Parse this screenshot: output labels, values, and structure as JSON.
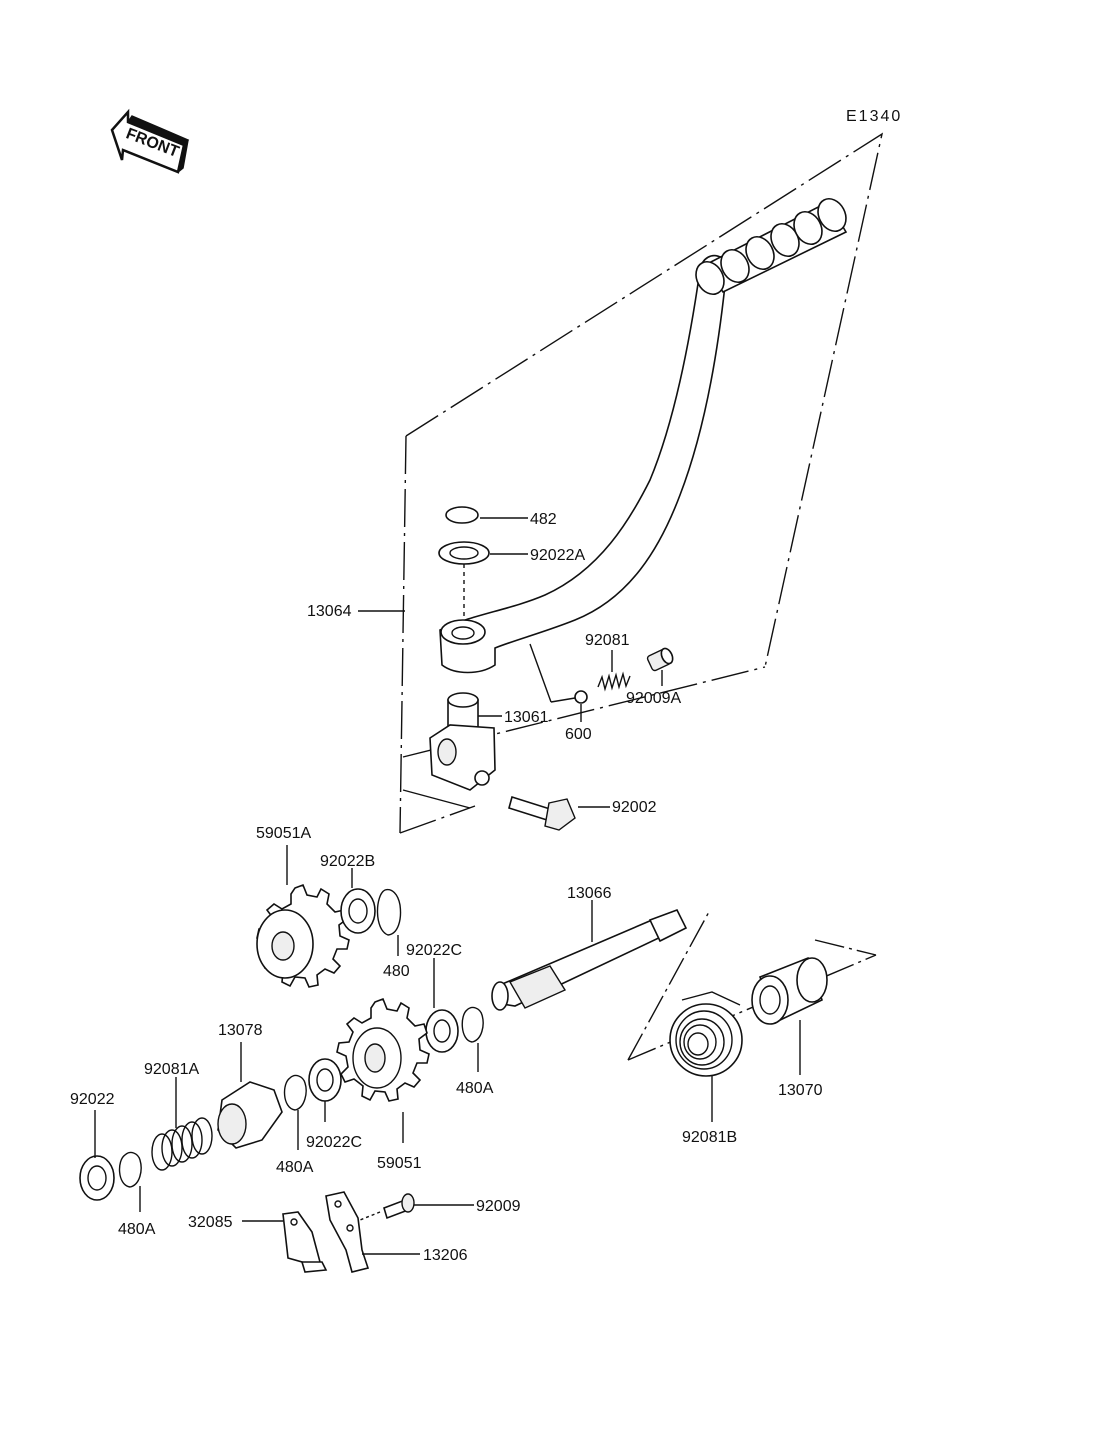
{
  "diagram_code": "E1340",
  "front_arrow_text": "FRONT",
  "parts": {
    "p482": "482",
    "p92022A": "92022A",
    "p13064": "13064",
    "p92081": "92081",
    "p92009A": "92009A",
    "p13061": "13061",
    "p600": "600",
    "p92002": "92002",
    "p59051A": "59051A",
    "p92022B": "92022B",
    "p480": "480",
    "p13066": "13066",
    "p92022C_top": "92022C",
    "p480A_mid": "480A",
    "p13070": "13070",
    "p92081B": "92081B",
    "p13078": "13078",
    "p92081A": "92081A",
    "p92022": "92022",
    "p480A_left": "480A",
    "p480A_center": "480A",
    "p92022C_bottom": "92022C",
    "p59051": "59051",
    "p92009": "92009",
    "p32085": "32085",
    "p13206": "13206"
  }
}
